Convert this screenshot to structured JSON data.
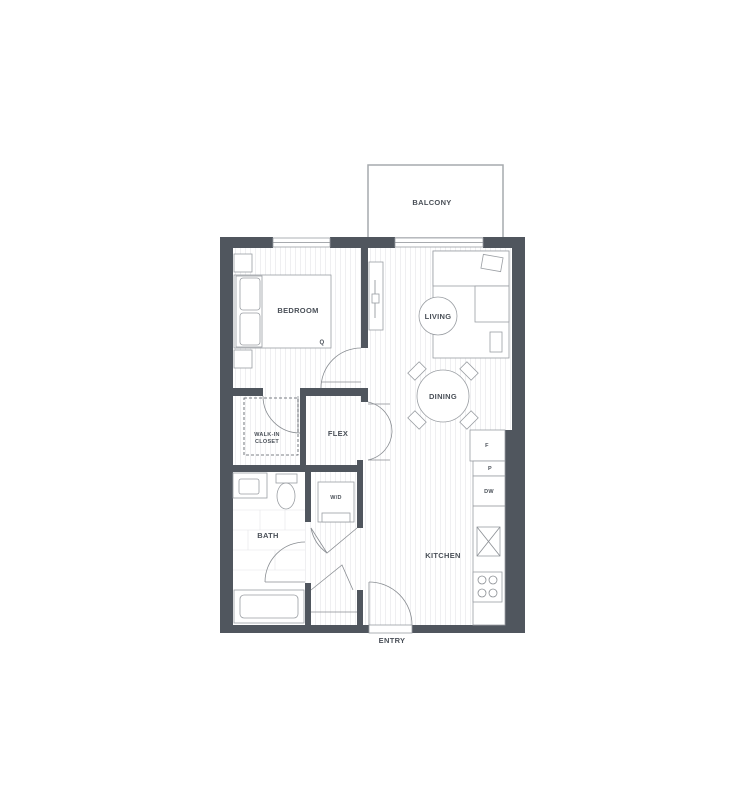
{
  "plan": {
    "colors": {
      "wall": "#50565e",
      "label": "#4a5058",
      "floor_lines": "#e4e5e7"
    },
    "rooms": {
      "balcony": "BALCONY",
      "bedroom": "BEDROOM",
      "living": "LIVING",
      "dining": "DINING",
      "walk_in_closet_1": "WALK-IN",
      "walk_in_closet_2": "CLOSET",
      "flex": "FLEX",
      "laundry": "W/D",
      "bath": "BATH",
      "kitchen": "KITCHEN",
      "entry": "ENTRY"
    },
    "fixtures": {
      "bed_size": "Q",
      "fridge": "F",
      "pantry": "P",
      "dishwasher": "DW"
    }
  }
}
